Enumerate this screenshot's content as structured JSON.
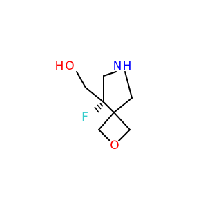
{
  "molecule": {
    "atoms": {
      "oh_oxygen": "O",
      "oh_hydrogen": "H",
      "nitrogen": "N",
      "nitrogen_hydrogen": "H",
      "fluorine": "F",
      "ring_oxygen": "O"
    },
    "colors": {
      "bond": "#000000",
      "oxygen": "#ff0000",
      "nitrogen": "#0000ff",
      "fluorine": "#33cccc"
    }
  }
}
